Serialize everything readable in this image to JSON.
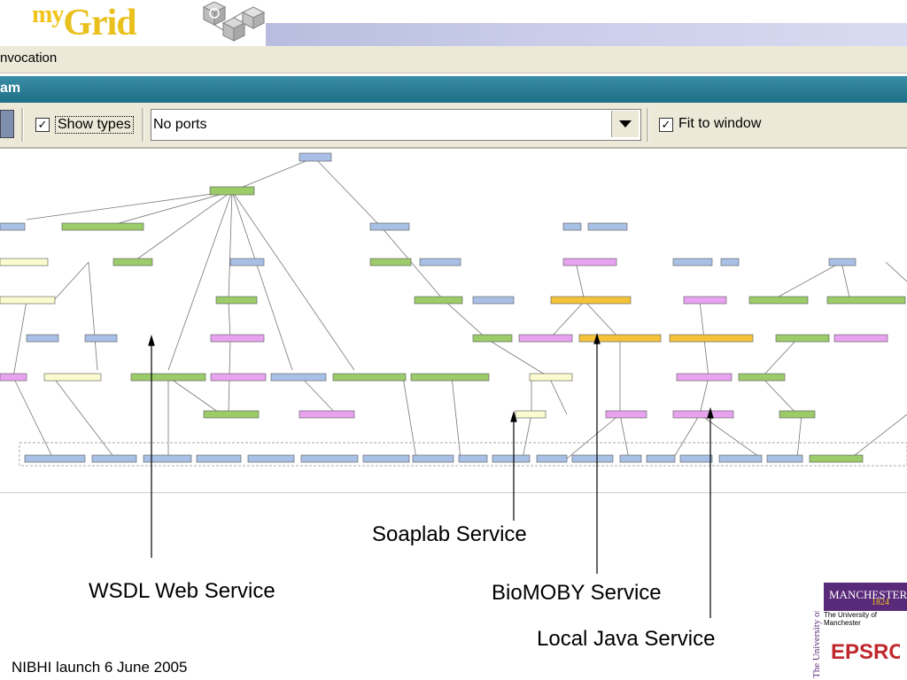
{
  "header": {
    "logo_my": "my",
    "logo_grid": "Grid"
  },
  "window": {
    "menu_label": "nvocation",
    "title": "am"
  },
  "toolbar": {
    "show_types_label": "Show types",
    "show_types_checked": true,
    "ports_value": "No ports",
    "fit_label": "Fit to window",
    "fit_checked": true
  },
  "callouts": {
    "soaplab": "Soaplab Service",
    "wsdl": "WSDL Web Service",
    "biomoby": "BioMOBY Service",
    "local_java": "Local Java Service"
  },
  "footer": {
    "text": "NIBHI launch 6 June 2005"
  },
  "branding": {
    "manchester": "MANCHESTER",
    "manchester_year": "1824",
    "manchester_sub": "The University of Manchester",
    "manchester_vertical": "The University of Manchester",
    "epsrc": "EPSRC"
  },
  "colors": {
    "wsdl_node": "#9ccb6a",
    "soaplab_node": "#fbfbd0",
    "biomoby_node": "#e8a3f0",
    "local_node": "#f5c33a",
    "input_node": "#a9c0e6",
    "titlebar": "#1d6f87"
  }
}
